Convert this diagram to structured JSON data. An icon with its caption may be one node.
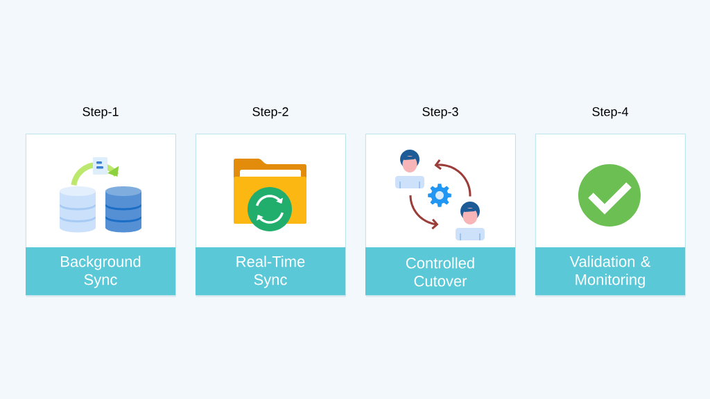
{
  "diagram": {
    "nodes": [
      {
        "text": [
          "Step-1",
          "Background Sync"
        ]
      },
      {
        "text": [
          "Step-2",
          "Real-Time Sync"
        ]
      },
      {
        "text": [
          "Step-3",
          "Controlled Cutover"
        ]
      },
      {
        "text": [
          "Step-4",
          "Validation & Monitoring"
        ]
      }
    ]
  }
}
